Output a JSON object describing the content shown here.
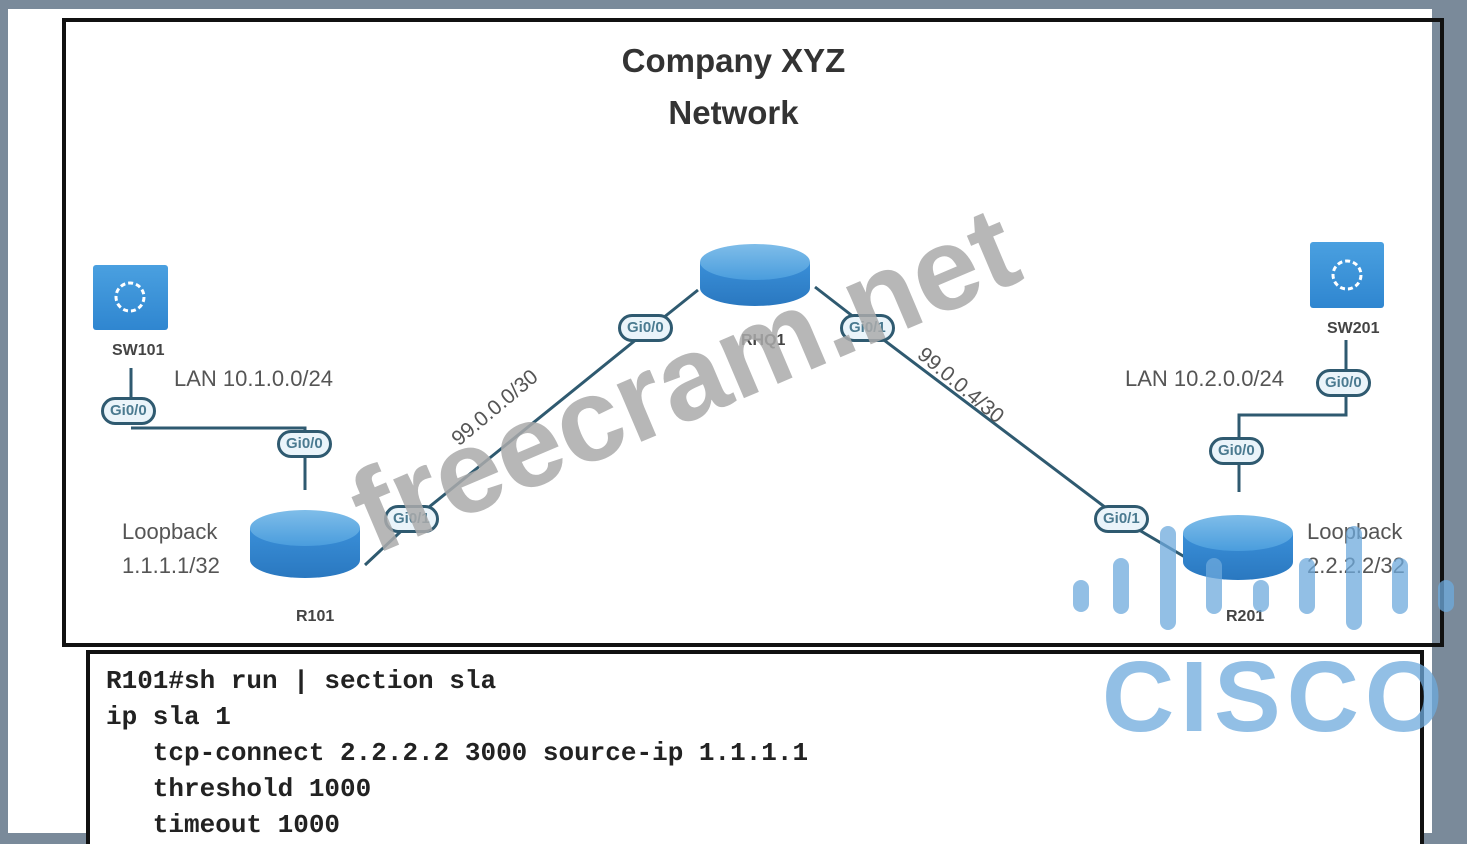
{
  "diagram": {
    "title_line1": "Company XYZ",
    "title_line2": "Network",
    "devices": {
      "sw101": {
        "name": "SW101",
        "type": "switch"
      },
      "sw201": {
        "name": "SW201",
        "type": "switch"
      },
      "r101": {
        "name": "R101",
        "type": "router"
      },
      "rhq1": {
        "name": "RHQ1",
        "type": "router"
      },
      "r201": {
        "name": "R201",
        "type": "router"
      }
    },
    "interfaces": {
      "sw101_gi00": "Gi0/0",
      "r101_gi00": "Gi0/0",
      "r101_gi01": "Gi0/1",
      "rhq1_gi00": "Gi0/0",
      "rhq1_gi01": "Gi0/1",
      "r201_gi01": "Gi0/1",
      "r201_gi00": "Gi0/0",
      "sw201_gi00": "Gi0/0"
    },
    "networks": {
      "lan_left": "LAN 10.1.0.0/24",
      "lan_right": "LAN 10.2.0.0/24",
      "link_left": "99.0.0.0/30",
      "link_right": "99.0.0.4/30"
    },
    "loopbacks": {
      "r101_label": "Loopback",
      "r101_addr": "1.1.1.1/32",
      "r201_label": "Loopback",
      "r201_addr": "2.2.2.2/32"
    },
    "colors": {
      "device_blue": "#3a8fd8",
      "link": "#2f5a70"
    }
  },
  "cli": {
    "lines": [
      "R101#sh run | section sla",
      "ip sla 1",
      "   tcp-connect 2.2.2.2 3000 source-ip 1.1.1.1",
      "   threshold 1000",
      "   timeout 1000"
    ]
  },
  "watermarks": {
    "site": "freecram.net",
    "brand": "CISCO"
  }
}
